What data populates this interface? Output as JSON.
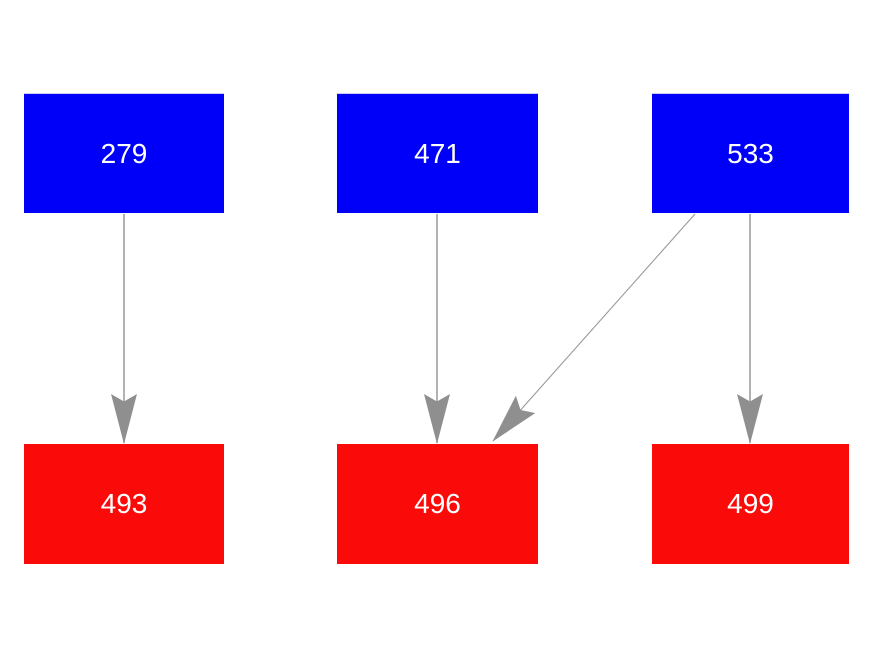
{
  "diagram": {
    "type": "directed-graph",
    "background_color": "#ffffff",
    "top_row_color": "#0000f8",
    "bottom_row_color": "#fb0a0a",
    "node_text_color": "#ffffff",
    "edge_color": "#999999",
    "arrowhead_color": "#8f8f8f",
    "nodes": [
      {
        "id": "279",
        "label": "279",
        "row": "top"
      },
      {
        "id": "471",
        "label": "471",
        "row": "top"
      },
      {
        "id": "533",
        "label": "533",
        "row": "top"
      },
      {
        "id": "493",
        "label": "493",
        "row": "bottom"
      },
      {
        "id": "496",
        "label": "496",
        "row": "bottom"
      },
      {
        "id": "499",
        "label": "499",
        "row": "bottom"
      }
    ],
    "edges": [
      {
        "from": "279",
        "to": "493"
      },
      {
        "from": "471",
        "to": "496"
      },
      {
        "from": "533",
        "to": "496"
      },
      {
        "from": "533",
        "to": "499"
      }
    ]
  }
}
